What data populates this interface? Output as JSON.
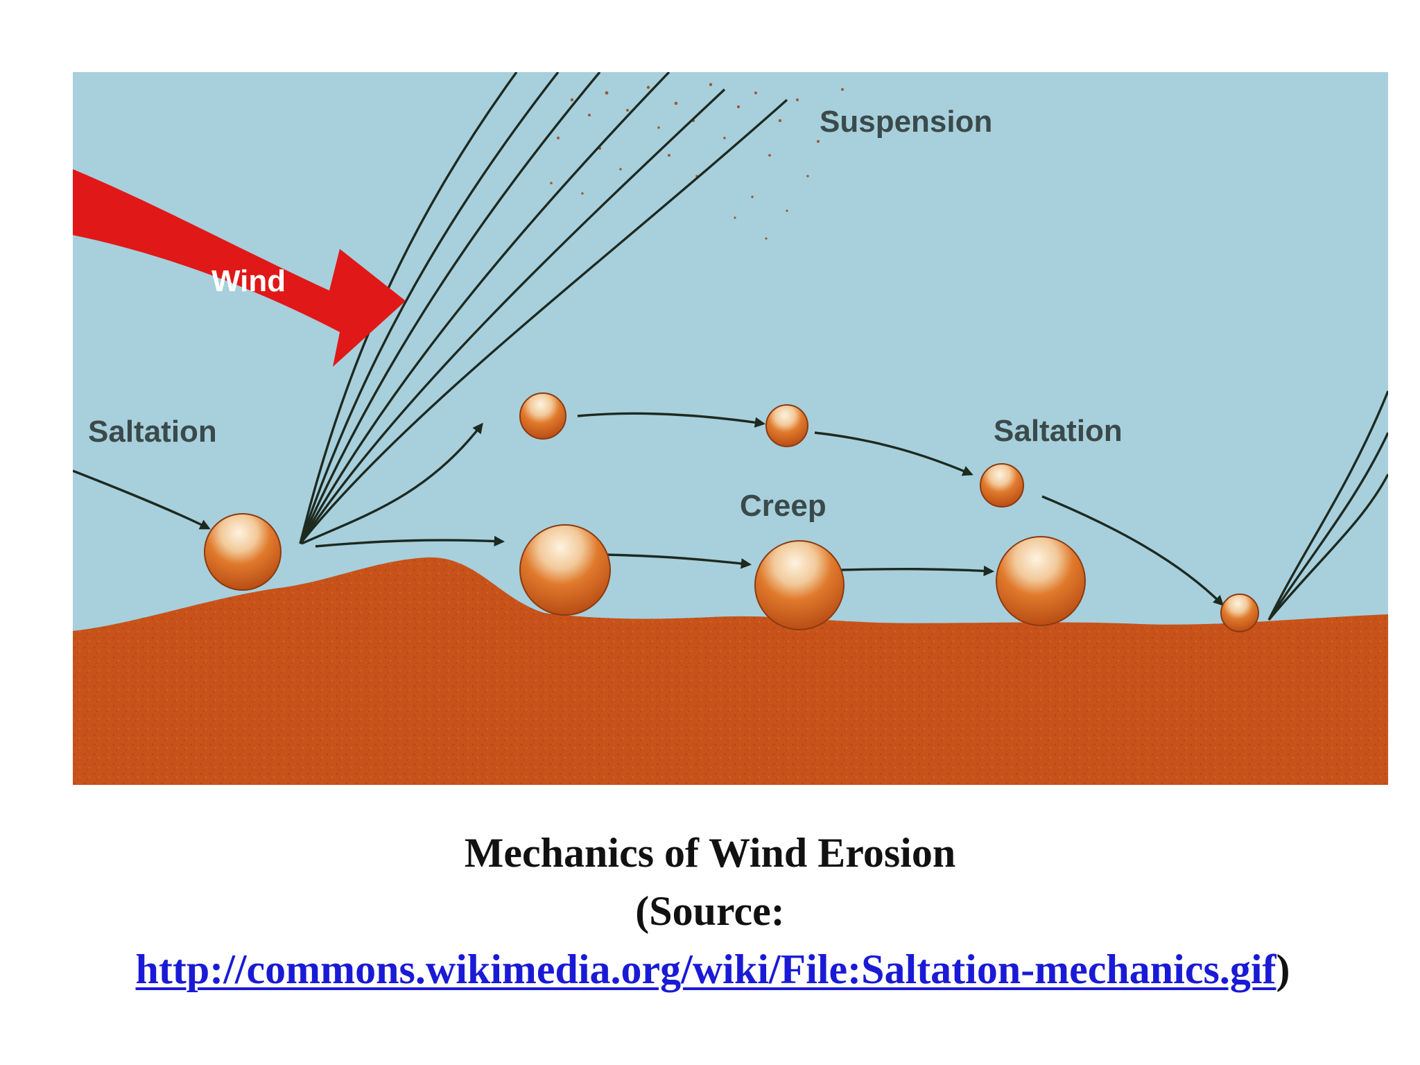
{
  "diagram": {
    "labels": {
      "wind": "Wind",
      "suspension": "Suspension",
      "saltation_left": "Saltation",
      "saltation_right": "Saltation",
      "creep": "Creep"
    },
    "colors": {
      "sky": "#a8cfdc",
      "ground": "#c8531a",
      "wind_arrow": "#e01818",
      "grain": "#e07a2c",
      "grain_highlight": "#f7e6c8",
      "trajectory": "#1d2a20"
    }
  },
  "caption": {
    "title": "Mechanics of Wind Erosion",
    "source_open": "(Source:",
    "url": "http://commons.wikimedia.org/wiki/File:Saltation-mechanics.gif",
    "source_close": ")"
  }
}
